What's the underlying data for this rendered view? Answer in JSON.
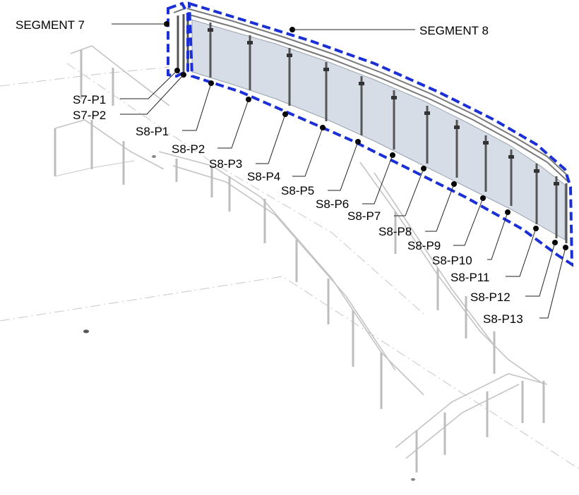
{
  "segments": {
    "seg7": "SEGMENT 7",
    "seg8": "SEGMENT 8"
  },
  "posts": {
    "s7p1": "S7-P1",
    "s7p2": "S7-P2",
    "s8p1": "S8-P1",
    "s8p2": "S8-P2",
    "s8p3": "S8-P3",
    "s8p4": "S8-P4",
    "s8p5": "S8-P5",
    "s8p6": "S8-P6",
    "s8p7": "S8-P7",
    "s8p8": "S8-P8",
    "s8p9": "S8-P9",
    "s8p10": "S8-P10",
    "s8p11": "S8-P11",
    "s8p12": "S8-P12",
    "s8p13": "S8-P13"
  },
  "colors": {
    "segment_outline": "#1a2fd6",
    "glass_panel": "#d6dde6",
    "background_drawing": "#d2d2d2",
    "callout": "#000000"
  }
}
